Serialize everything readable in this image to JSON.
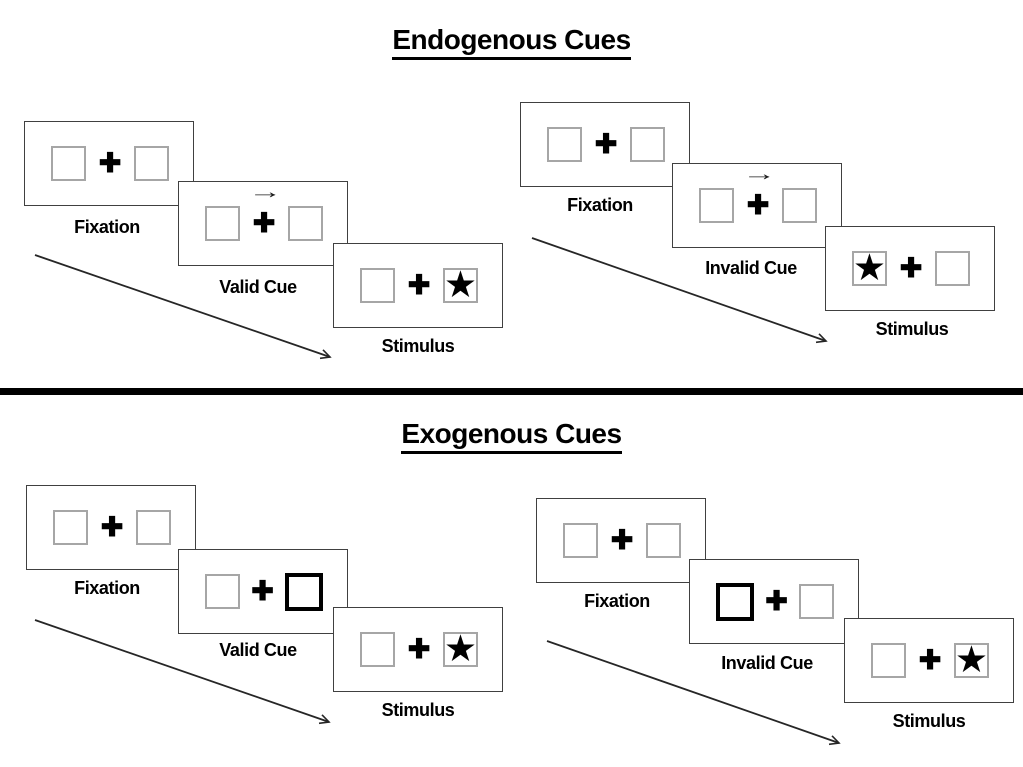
{
  "sections": [
    {
      "title": "Endogenous Cues",
      "groups": [
        {
          "name": "endogenous-valid",
          "panels": [
            {
              "type": "fixation",
              "label": "Fixation"
            },
            {
              "type": "cue-arrow",
              "label": "Valid Cue",
              "cue_direction": "right"
            },
            {
              "type": "stimulus",
              "label": "Stimulus",
              "star_side": "right"
            }
          ]
        },
        {
          "name": "endogenous-invalid",
          "panels": [
            {
              "type": "fixation",
              "label": "Fixation"
            },
            {
              "type": "cue-arrow",
              "label": "Invalid Cue",
              "cue_direction": "right"
            },
            {
              "type": "stimulus",
              "label": "Stimulus",
              "star_side": "left"
            }
          ]
        }
      ]
    },
    {
      "title": "Exogenous Cues",
      "groups": [
        {
          "name": "exogenous-valid",
          "panels": [
            {
              "type": "fixation",
              "label": "Fixation"
            },
            {
              "type": "cue-box",
              "label": "Valid Cue",
              "highlight_side": "right"
            },
            {
              "type": "stimulus",
              "label": "Stimulus",
              "star_side": "right"
            }
          ]
        },
        {
          "name": "exogenous-invalid",
          "panels": [
            {
              "type": "fixation",
              "label": "Fixation"
            },
            {
              "type": "cue-box",
              "label": "Invalid Cue",
              "highlight_side": "left"
            },
            {
              "type": "stimulus",
              "label": "Stimulus",
              "star_side": "right"
            }
          ]
        }
      ]
    }
  ],
  "icons": {
    "fixation_cross": "✚",
    "cue_arrow": "→",
    "star": "★"
  },
  "colors": {
    "panel_border": "#404040",
    "square_border": "#a6a6a6",
    "highlight_border": "#000000",
    "divider": "#000000",
    "arrow": "#262626",
    "text": "#000000"
  }
}
